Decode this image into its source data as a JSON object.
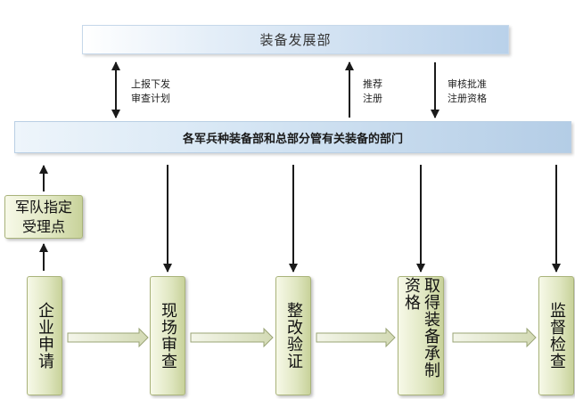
{
  "top_bar": {
    "label": "装备发展部"
  },
  "middle_bar": {
    "label": "各军兵种装备部和总部分管有关装备的部门"
  },
  "annotations": {
    "report": "上报下发\n审查计划",
    "recommend": "推荐\n注册",
    "approve": "审核批准\n注册资格"
  },
  "army_box": {
    "label": "军队指定\n受理点"
  },
  "steps": [
    {
      "label": "企业申请"
    },
    {
      "label": "现场审查"
    },
    {
      "label": "整改验证"
    },
    {
      "label": "取得装备承制资格"
    },
    {
      "label": "监督检查"
    }
  ],
  "colors": {
    "arrow": "#1a1a1a",
    "green_box": "#dfe6c0",
    "blue_bar": "#b9d1ea",
    "hollow_arrow": "#c5cfa4"
  }
}
